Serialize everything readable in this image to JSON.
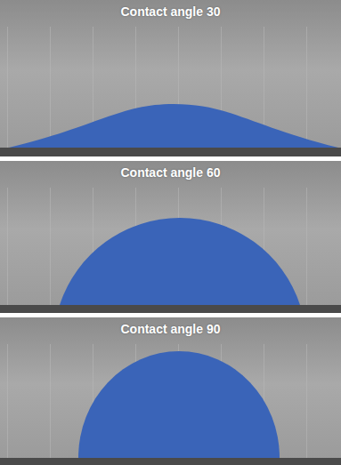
{
  "diagram": {
    "labels": [
      "Contact angle 30",
      "Contact angle 60",
      "Contact angle 90"
    ]
  }
}
